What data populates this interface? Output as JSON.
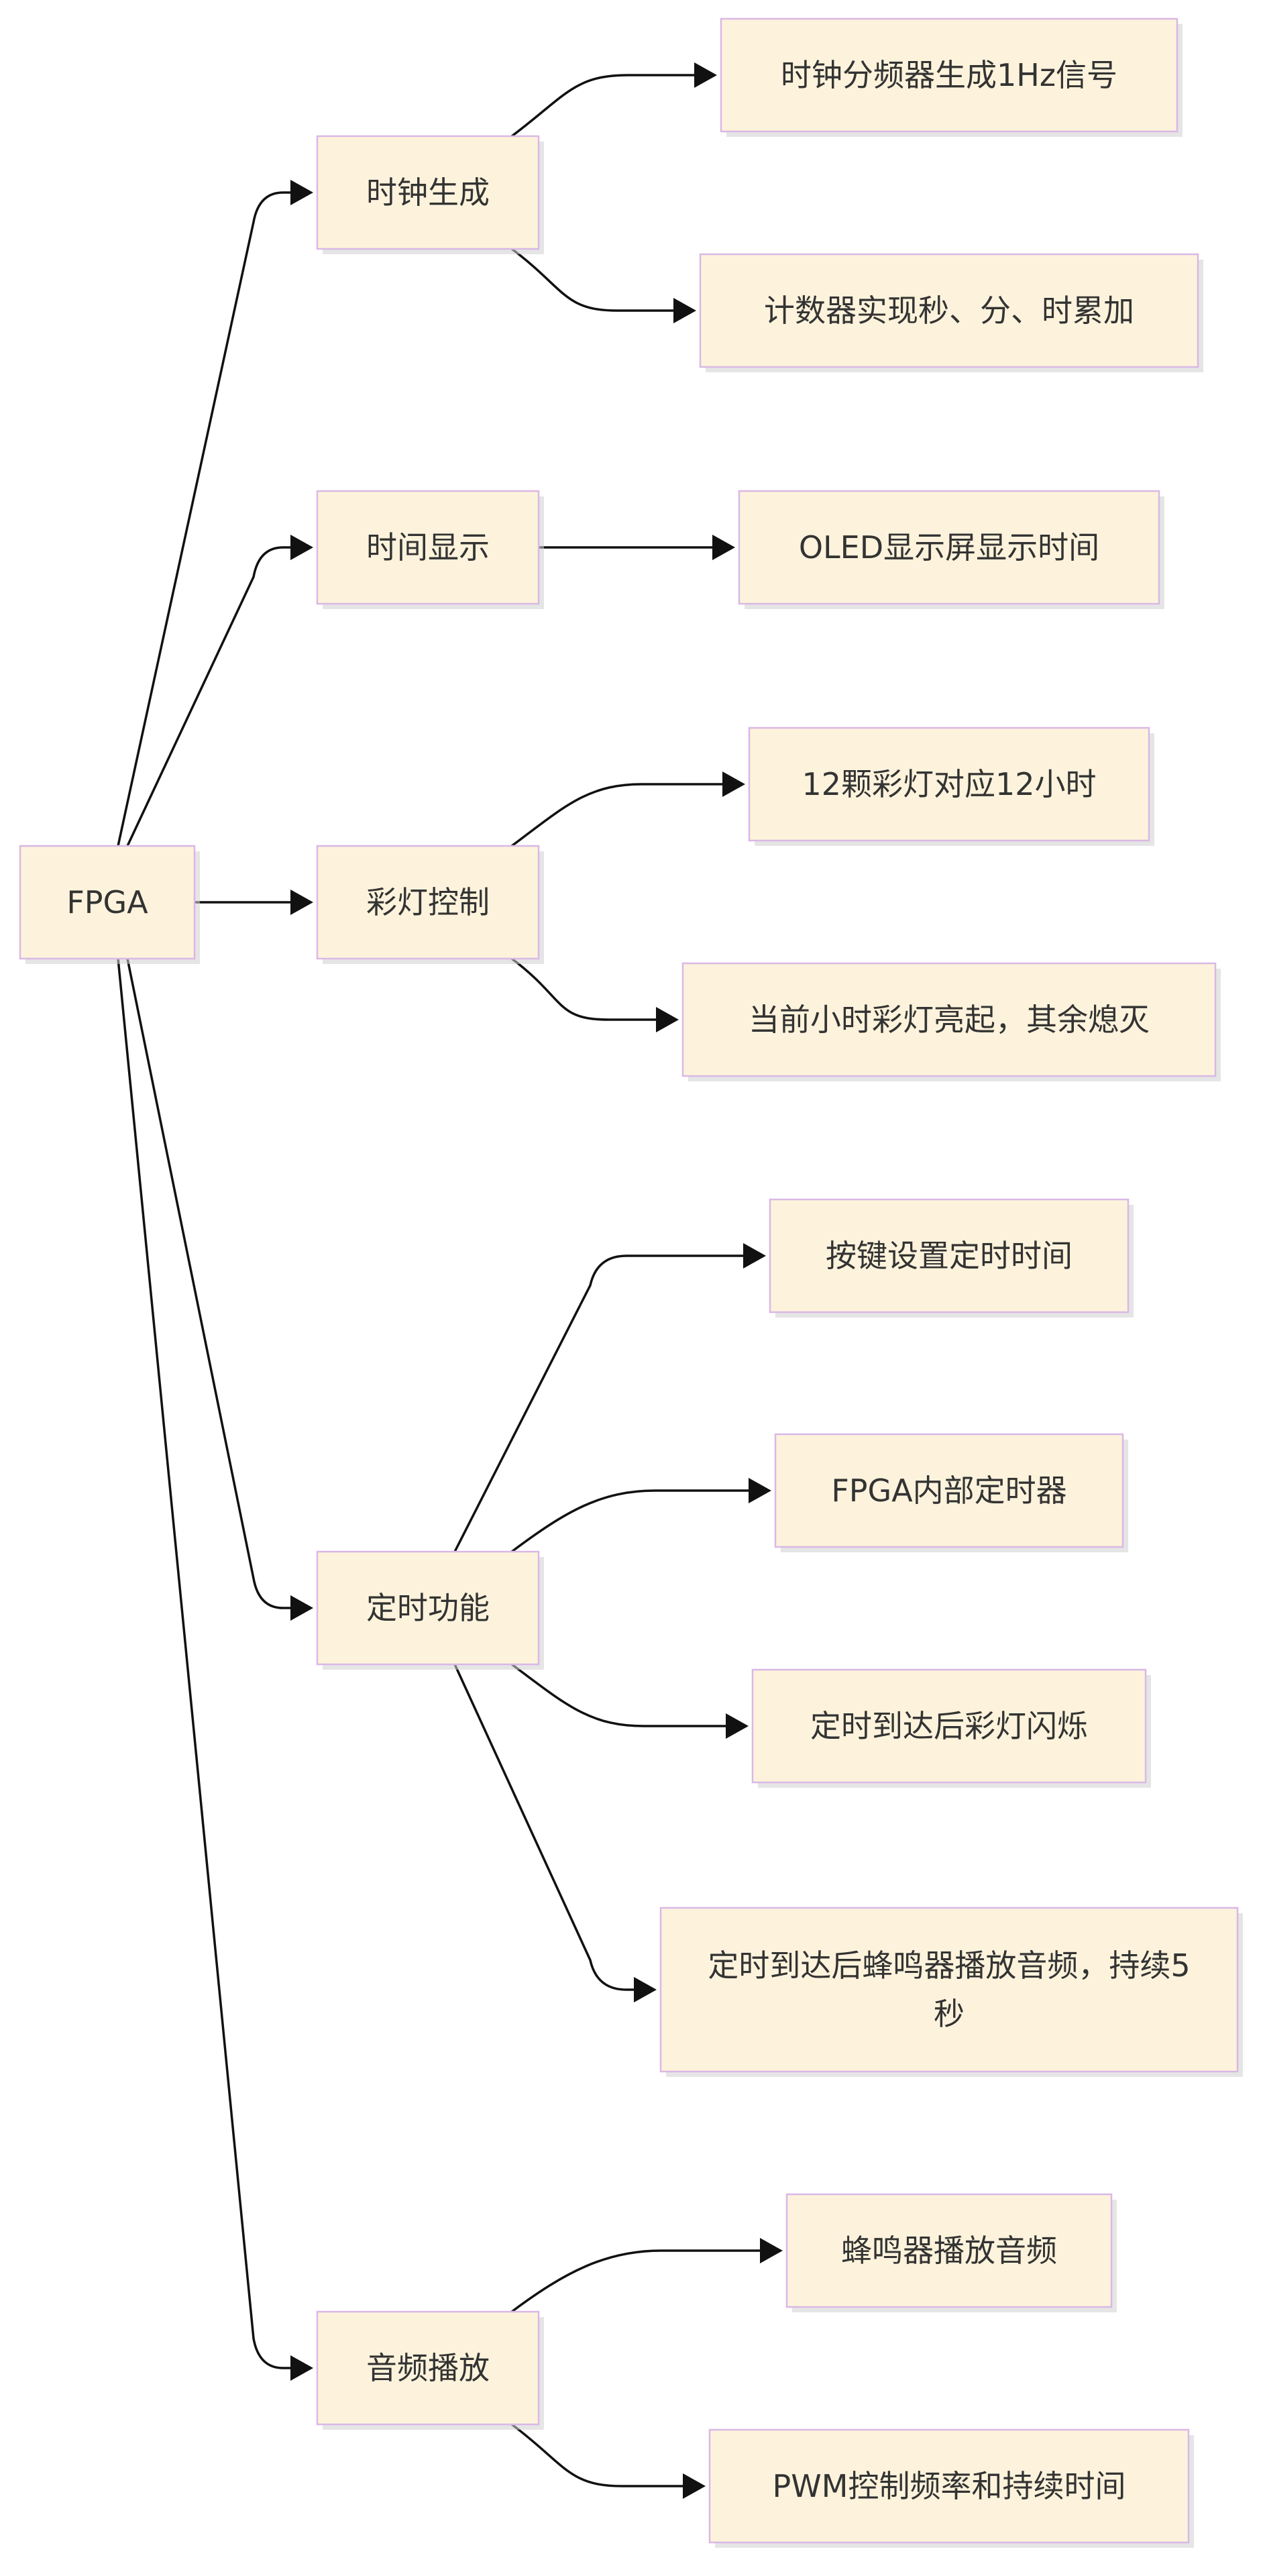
{
  "diagram": {
    "root": "FPGA",
    "branches": [
      {
        "label": "时钟生成",
        "children": [
          "时钟分频器生成1Hz信号",
          "计数器实现秒、分、时累加"
        ]
      },
      {
        "label": "时间显示",
        "children": [
          "OLED显示屏显示时间"
        ]
      },
      {
        "label": "彩灯控制",
        "children": [
          "12颗彩灯对应12小时",
          "当前小时彩灯亮起，其余熄灭"
        ]
      },
      {
        "label": "定时功能",
        "children": [
          "按键设置定时时间",
          "FPGA内部定时器",
          "定时到达后彩灯闪烁",
          "定时到达后蜂鸣器播放音频，持续5秒"
        ]
      },
      {
        "label": "音频播放",
        "children": [
          "蜂鸣器播放音频",
          "PWM控制频率和持续时间"
        ]
      }
    ]
  }
}
